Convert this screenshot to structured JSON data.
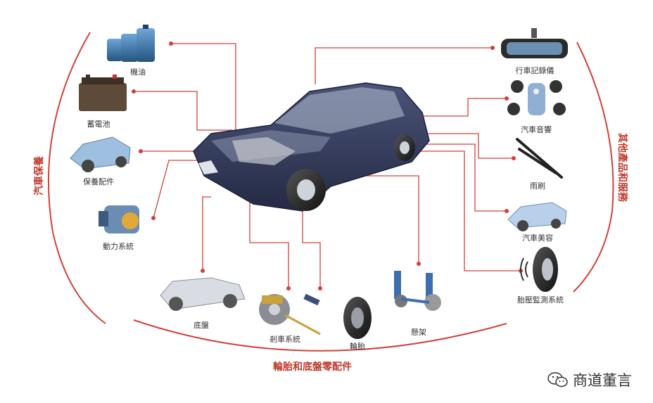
{
  "groups": {
    "left_arc": "汽車保養",
    "right_arc": "其他產品和服務",
    "bottom_arc": "輪胎和底盤零配件"
  },
  "labels": {
    "engine_oil": "機油",
    "battery": "蓄電池",
    "maintenance_parts": "保養配件",
    "power_steering": "動力系統",
    "dash_cam": "行車記錄儀",
    "car_audio": "汽車音響",
    "wipers": "雨刷",
    "car_beauty": "汽車美容",
    "tpms": "胎壓監測系統",
    "chassis": "底盤",
    "brake_system": "剎車系統",
    "tire": "輪胎",
    "suspension": "懸架"
  },
  "watermark": {
    "text": "商道董言",
    "icon": "wechat-icon"
  },
  "colors": {
    "accent": "#c0392b",
    "car_body": "#3a4466",
    "line": "#d0413a"
  }
}
